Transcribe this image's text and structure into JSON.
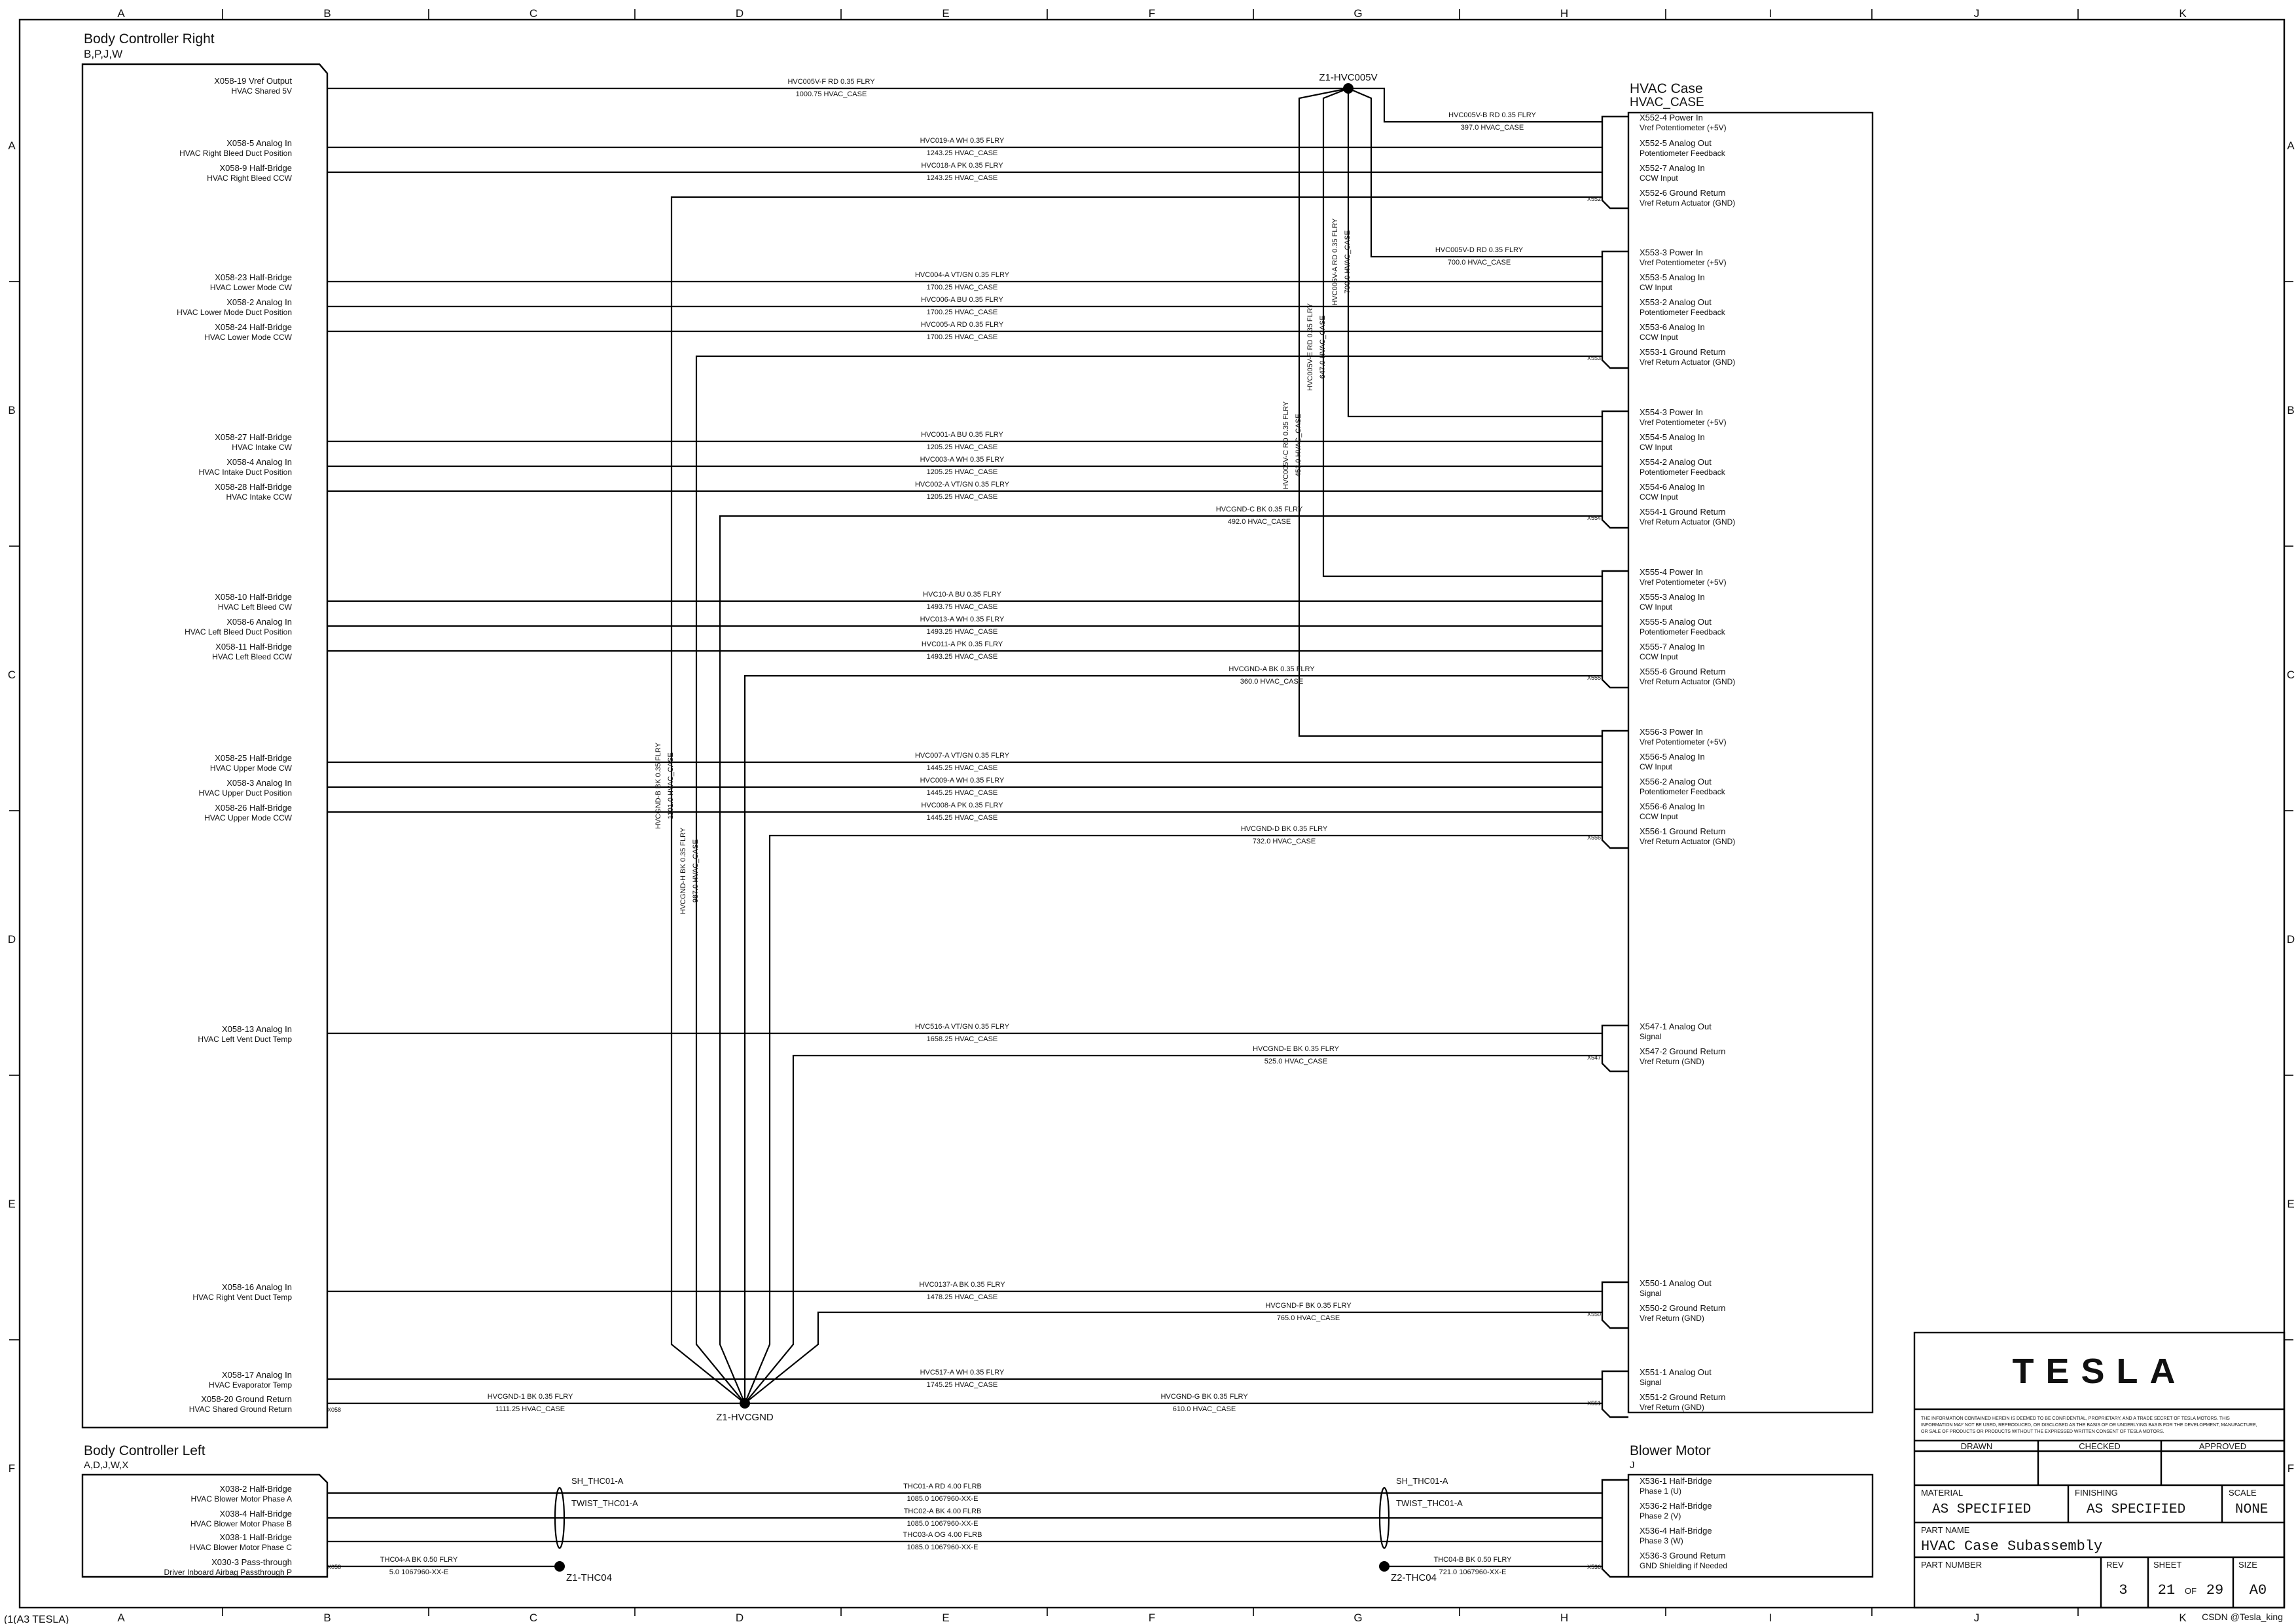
{
  "grid": {
    "columns": [
      "A",
      "B",
      "C",
      "D",
      "E",
      "F",
      "G",
      "H",
      "I",
      "J",
      "K"
    ],
    "rows": [
      "A",
      "B",
      "C",
      "D",
      "E",
      "F"
    ]
  },
  "left_component": {
    "title": "Body Controller Right",
    "options": "B,P,J,W",
    "pins": [
      {
        "pin": "X058-19 Vref Output",
        "desc": "HVAC Shared 5V"
      },
      {
        "pin": "X058-5 Analog In",
        "desc": "HVAC Right Bleed Duct Position"
      },
      {
        "pin": "X058-9 Half-Bridge",
        "desc": "HVAC Right Bleed CCW"
      },
      {
        "pin": "X058-23 Half-Bridge",
        "desc": "HVAC Lower Mode CW"
      },
      {
        "pin": "X058-2 Analog In",
        "desc": "HVAC Lower Mode Duct Position"
      },
      {
        "pin": "X058-24 Half-Bridge",
        "desc": "HVAC Lower Mode CCW"
      },
      {
        "pin": "X058-27 Half-Bridge",
        "desc": "HVAC Intake CW"
      },
      {
        "pin": "X058-4 Analog In",
        "desc": "HVAC Intake Duct Position"
      },
      {
        "pin": "X058-28 Half-Bridge",
        "desc": "HVAC Intake CCW"
      },
      {
        "pin": "X058-10 Half-Bridge",
        "desc": "HVAC Left Bleed CW"
      },
      {
        "pin": "X058-6 Analog In",
        "desc": "HVAC Left Bleed Duct Position"
      },
      {
        "pin": "X058-11 Half-Bridge",
        "desc": "HVAC Left Bleed CCW"
      },
      {
        "pin": "X058-25 Half-Bridge",
        "desc": "HVAC Upper Mode CW"
      },
      {
        "pin": "X058-3 Analog In",
        "desc": "HVAC Upper Duct Position"
      },
      {
        "pin": "X058-26 Half-Bridge",
        "desc": "HVAC Upper Mode CCW"
      },
      {
        "pin": "X058-13 Analog In",
        "desc": "HVAC Left Vent Duct Temp"
      },
      {
        "pin": "X058-16 Analog In",
        "desc": "HVAC Right Vent Duct Temp"
      },
      {
        "pin": "X058-17 Analog In",
        "desc": "HVAC Evaporator Temp"
      },
      {
        "pin": "X058-20 Ground Return",
        "desc": "HVAC Shared Ground Return"
      }
    ],
    "connector": "X058"
  },
  "left_component2": {
    "title": "Body Controller Left",
    "options": "A,D,J,W,X",
    "pins": [
      {
        "pin": "X038-2 Half-Bridge",
        "desc": "HVAC Blower Motor Phase A"
      },
      {
        "pin": "X038-4 Half-Bridge",
        "desc": "HVAC Blower Motor Phase B"
      },
      {
        "pin": "X038-1 Half-Bridge",
        "desc": "HVAC Blower Motor Phase C"
      },
      {
        "pin": "X030-3 Pass-through",
        "desc": "Driver Inboard Airbag Passthrough P"
      }
    ],
    "connector": "X058"
  },
  "right_component": {
    "title": "HVAC Case",
    "subtitle": "HVAC_CASE",
    "groups": [
      {
        "conn": "X552",
        "pins": [
          {
            "pin": "X552-4 Power In",
            "desc": "Vref Potentiometer (+5V)"
          },
          {
            "pin": "X552-5 Analog Out",
            "desc": "Potentiometer Feedback"
          },
          {
            "pin": "X552-7 Analog In",
            "desc": "CCW Input"
          },
          {
            "pin": "X552-6 Ground Return",
            "desc": "Vref Return Actuator (GND)"
          }
        ]
      },
      {
        "conn": "X553",
        "pins": [
          {
            "pin": "X553-3 Power In",
            "desc": "Vref Potentiometer (+5V)"
          },
          {
            "pin": "X553-5 Analog In",
            "desc": "CW Input"
          },
          {
            "pin": "X553-2 Analog Out",
            "desc": "Potentiometer Feedback"
          },
          {
            "pin": "X553-6 Analog In",
            "desc": "CCW Input"
          },
          {
            "pin": "X553-1 Ground Return",
            "desc": "Vref Return Actuator (GND)"
          }
        ]
      },
      {
        "conn": "X554",
        "pins": [
          {
            "pin": "X554-3 Power In",
            "desc": "Vref Potentiometer (+5V)"
          },
          {
            "pin": "X554-5 Analog In",
            "desc": "CW Input"
          },
          {
            "pin": "X554-2 Analog Out",
            "desc": "Potentiometer Feedback"
          },
          {
            "pin": "X554-6 Analog In",
            "desc": "CCW Input"
          },
          {
            "pin": "X554-1 Ground Return",
            "desc": "Vref Return Actuator (GND)"
          }
        ]
      },
      {
        "conn": "X555",
        "pins": [
          {
            "pin": "X555-4 Power In",
            "desc": "Vref Potentiometer (+5V)"
          },
          {
            "pin": "X555-3 Analog In",
            "desc": "CW Input"
          },
          {
            "pin": "X555-5 Analog Out",
            "desc": "Potentiometer Feedback"
          },
          {
            "pin": "X555-7 Analog In",
            "desc": "CCW Input"
          },
          {
            "pin": "X555-6 Ground Return",
            "desc": "Vref Return Actuator (GND)"
          }
        ]
      },
      {
        "conn": "X556",
        "pins": [
          {
            "pin": "X556-3 Power In",
            "desc": "Vref Potentiometer (+5V)"
          },
          {
            "pin": "X556-5 Analog In",
            "desc": "CW Input"
          },
          {
            "pin": "X556-2 Analog Out",
            "desc": "Potentiometer Feedback"
          },
          {
            "pin": "X556-6 Analog In",
            "desc": "CCW Input"
          },
          {
            "pin": "X556-1 Ground Return",
            "desc": "Vref Return Actuator (GND)"
          }
        ]
      },
      {
        "conn": "X547",
        "pins": [
          {
            "pin": "X547-1 Analog Out",
            "desc": "Signal"
          },
          {
            "pin": "X547-2 Ground Return",
            "desc": "Vref Return (GND)"
          }
        ]
      },
      {
        "conn": "X550",
        "pins": [
          {
            "pin": "X550-1 Analog Out",
            "desc": "Signal"
          },
          {
            "pin": "X550-2 Ground Return",
            "desc": "Vref Return (GND)"
          }
        ]
      },
      {
        "conn": "X551",
        "pins": [
          {
            "pin": "X551-1 Analog Out",
            "desc": "Signal"
          },
          {
            "pin": "X551-2 Ground Return",
            "desc": "Vref Return (GND)"
          }
        ]
      }
    ]
  },
  "right_component2": {
    "title": "Blower Motor",
    "options": "J",
    "conn": "X536",
    "pins": [
      {
        "pin": "X536-1 Half-Bridge",
        "desc": "Phase 1 (U)"
      },
      {
        "pin": "X536-2 Half-Bridge",
        "desc": "Phase 2 (V)"
      },
      {
        "pin": "X536-4 Half-Bridge",
        "desc": "Phase 3 (W)"
      },
      {
        "pin": "X536-3 Ground Return",
        "desc": "GND Shielding if Needed"
      }
    ]
  },
  "wires": [
    {
      "id": "HVC005V-F",
      "color": "RD",
      "gauge": "0.35",
      "type": "FLRY",
      "length": "1000.75",
      "assembly": "HVAC_CASE"
    },
    {
      "id": "HVC005V-B",
      "color": "RD",
      "gauge": "0.35",
      "type": "FLRY",
      "length": "397.0",
      "assembly": "HVAC_CASE"
    },
    {
      "id": "HVC019-A",
      "color": "WH",
      "gauge": "0.35",
      "type": "FLRY",
      "length": "1243.25",
      "assembly": "HVAC_CASE"
    },
    {
      "id": "HVC018-A",
      "color": "PK",
      "gauge": "0.35",
      "type": "FLRY",
      "length": "1243.25",
      "assembly": "HVAC_CASE"
    },
    {
      "id": "HVC005V-D",
      "color": "RD",
      "gauge": "0.35",
      "type": "FLRY",
      "length": "700.0",
      "assembly": "HVAC_CASE"
    },
    {
      "id": "HVC004-A",
      "color": "VT/GN",
      "gauge": "0.35",
      "type": "FLRY",
      "length": "1700.25",
      "assembly": "HVAC_CASE"
    },
    {
      "id": "HVC006-A",
      "color": "BU",
      "gauge": "0.35",
      "type": "FLRY",
      "length": "1700.25",
      "assembly": "HVAC_CASE"
    },
    {
      "id": "HVC005-A",
      "color": "RD",
      "gauge": "0.35",
      "type": "FLRY",
      "length": "1700.25",
      "assembly": "HVAC_CASE"
    },
    {
      "id": "HVC001-A",
      "color": "BU",
      "gauge": "0.35",
      "type": "FLRY",
      "length": "1205.25",
      "assembly": "HVAC_CASE"
    },
    {
      "id": "HVC003-A",
      "color": "WH",
      "gauge": "0.35",
      "type": "FLRY",
      "length": "1205.25",
      "assembly": "HVAC_CASE"
    },
    {
      "id": "HVC002-A",
      "color": "VT/GN",
      "gauge": "0.35",
      "type": "FLRY",
      "length": "1205.25",
      "assembly": "HVAC_CASE"
    },
    {
      "id": "HVCGND-C",
      "color": "BK",
      "gauge": "0.35",
      "type": "FLRY",
      "length": "492.0",
      "assembly": "HVAC_CASE"
    },
    {
      "id": "HVC10-A",
      "color": "BU",
      "gauge": "0.35",
      "type": "FLRY",
      "length": "1493.75",
      "assembly": "HVAC_CASE"
    },
    {
      "id": "HVC013-A",
      "color": "WH",
      "gauge": "0.35",
      "type": "FLRY",
      "length": "1493.25",
      "assembly": "HVAC_CASE"
    },
    {
      "id": "HVC011-A",
      "color": "PK",
      "gauge": "0.35",
      "type": "FLRY",
      "length": "1493.25",
      "assembly": "HVAC_CASE"
    },
    {
      "id": "HVCGND-A",
      "color": "BK",
      "gauge": "0.35",
      "type": "FLRY",
      "length": "360.0",
      "assembly": "HVAC_CASE"
    },
    {
      "id": "HVC007-A",
      "color": "VT/GN",
      "gauge": "0.35",
      "type": "FLRY",
      "length": "1445.25",
      "assembly": "HVAC_CASE"
    },
    {
      "id": "HVC009-A",
      "color": "WH",
      "gauge": "0.35",
      "type": "FLRY",
      "length": "1445.25",
      "assembly": "HVAC_CASE"
    },
    {
      "id": "HVC008-A",
      "color": "PK",
      "gauge": "0.35",
      "type": "FLRY",
      "length": "1445.25",
      "assembly": "HVAC_CASE"
    },
    {
      "id": "HVCGND-D",
      "color": "BK",
      "gauge": "0.35",
      "type": "FLRY",
      "length": "732.0",
      "assembly": "HVAC_CASE"
    },
    {
      "id": "HVC516-A",
      "color": "VT/GN",
      "gauge": "0.35",
      "type": "FLRY",
      "length": "1658.25",
      "assembly": "HVAC_CASE"
    },
    {
      "id": "HVCGND-E",
      "color": "BK",
      "gauge": "0.35",
      "type": "FLRY",
      "length": "525.0",
      "assembly": "HVAC_CASE"
    },
    {
      "id": "HVC0137-A",
      "color": "BK",
      "gauge": "0.35",
      "type": "FLRY",
      "length": "1478.25",
      "assembly": "HVAC_CASE"
    },
    {
      "id": "HVCGND-F",
      "color": "BK",
      "gauge": "0.35",
      "type": "FLRY",
      "length": "765.0",
      "assembly": "HVAC_CASE"
    },
    {
      "id": "HVC517-A",
      "color": "WH",
      "gauge": "0.35",
      "type": "FLRY",
      "length": "1745.25",
      "assembly": "HVAC_CASE"
    },
    {
      "id": "HVCGND-1",
      "color": "BK",
      "gauge": "0.35",
      "type": "FLRY",
      "length": "1111.25",
      "assembly": "HVAC_CASE"
    },
    {
      "id": "HVCGND-G",
      "color": "BK",
      "gauge": "0.35",
      "type": "FLRY",
      "length": "610.0",
      "assembly": "HVAC_CASE"
    },
    {
      "id": "THC01-A",
      "color": "RD",
      "gauge": "4.00",
      "type": "FLRB",
      "length": "1085.0",
      "assembly": "1067960-XX-E"
    },
    {
      "id": "THC02-A",
      "color": "BK",
      "gauge": "4.00",
      "type": "FLRB",
      "length": "1085.0",
      "assembly": "1067960-XX-E"
    },
    {
      "id": "THC03-A",
      "color": "OG",
      "gauge": "4.00",
      "type": "FLRB",
      "length": "1085.0",
      "assembly": "1067960-XX-E"
    },
    {
      "id": "THC04-A",
      "color": "BK",
      "gauge": "0.50",
      "type": "FLRY",
      "length": "5.0",
      "assembly": "1067960-XX-E"
    },
    {
      "id": "THC04-B",
      "color": "BK",
      "gauge": "0.50",
      "type": "FLRY",
      "length": "721.0",
      "assembly": "1067960-XX-E"
    }
  ],
  "vertical_wires": [
    {
      "id": "HVC005V-E",
      "color": "RD",
      "gauge": "0.35",
      "type": "FLRY",
      "length": "647.0",
      "assembly": "HVAC_CASE"
    },
    {
      "id": "HVC005V-C",
      "color": "RD",
      "gauge": "0.35",
      "type": "FLRY",
      "length": "453.0",
      "assembly": "HVAC_CASE"
    },
    {
      "id": "HVC005V-A",
      "color": "RD",
      "gauge": "0.35",
      "type": "FLRY",
      "length": "700.0",
      "assembly": "HVAC_CASE"
    },
    {
      "id": "HVCGND-B",
      "color": "BK",
      "gauge": "0.35",
      "type": "FLRY",
      "length": "1101.0",
      "assembly": "HVAC_CASE"
    },
    {
      "id": "HVCGND-H",
      "color": "BK",
      "gauge": "0.35",
      "type": "FLRY",
      "length": "987.0",
      "assembly": "HVAC_CASE"
    }
  ],
  "splices": {
    "top": "Z1-HVC005V",
    "ground": "Z1-HVCGND",
    "thc_left": "Z1-THC04",
    "thc_right": "Z2-THC04"
  },
  "shields": {
    "sh": "SH_THC01-A",
    "twist": "TWIST_THC01-A"
  },
  "title_block": {
    "brand": "TESLA",
    "confidential": [
      "THE INFORMATION CONTAINED HEREIN IS DEEMED TO BE CONFIDENTIAL, PROPRIETARY, AND A TRADE SECRET OF TESLA MOTORS. THIS",
      "INFORMATION MAY NOT BE USED, REPRODUCED, OR DISCLOSED AS THE BASIS OF OR UNDERLYING BASIS FOR THE DEVELOPMENT, MANUFACTURE,",
      "OR SALE OF PRODUCTS OR PRODUCTS WITHOUT THE EXPRESSED WRITTEN CONSENT OF TESLA MOTORS."
    ],
    "drawn_label": "DRAWN",
    "checked_label": "CHECKED",
    "approved_label": "APPROVED",
    "material_label": "MATERIAL",
    "material": "AS SPECIFIED",
    "finishing_label": "FINISHING",
    "finishing": "AS SPECIFIED",
    "scale_label": "SCALE",
    "scale": "NONE",
    "part_name_label": "PART NAME",
    "part_name": "HVAC Case Subassembly",
    "part_number_label": "PART NUMBER",
    "rev_label": "REV",
    "rev": "3",
    "sheet_label": "SHEET",
    "sheet": "21",
    "of_label": "OF",
    "sheet_total": "29",
    "size_label": "SIZE",
    "size": "A0"
  },
  "watermark": "CSDN @Tesla_king",
  "footer_fragment": "(1(A3 TESLA)"
}
